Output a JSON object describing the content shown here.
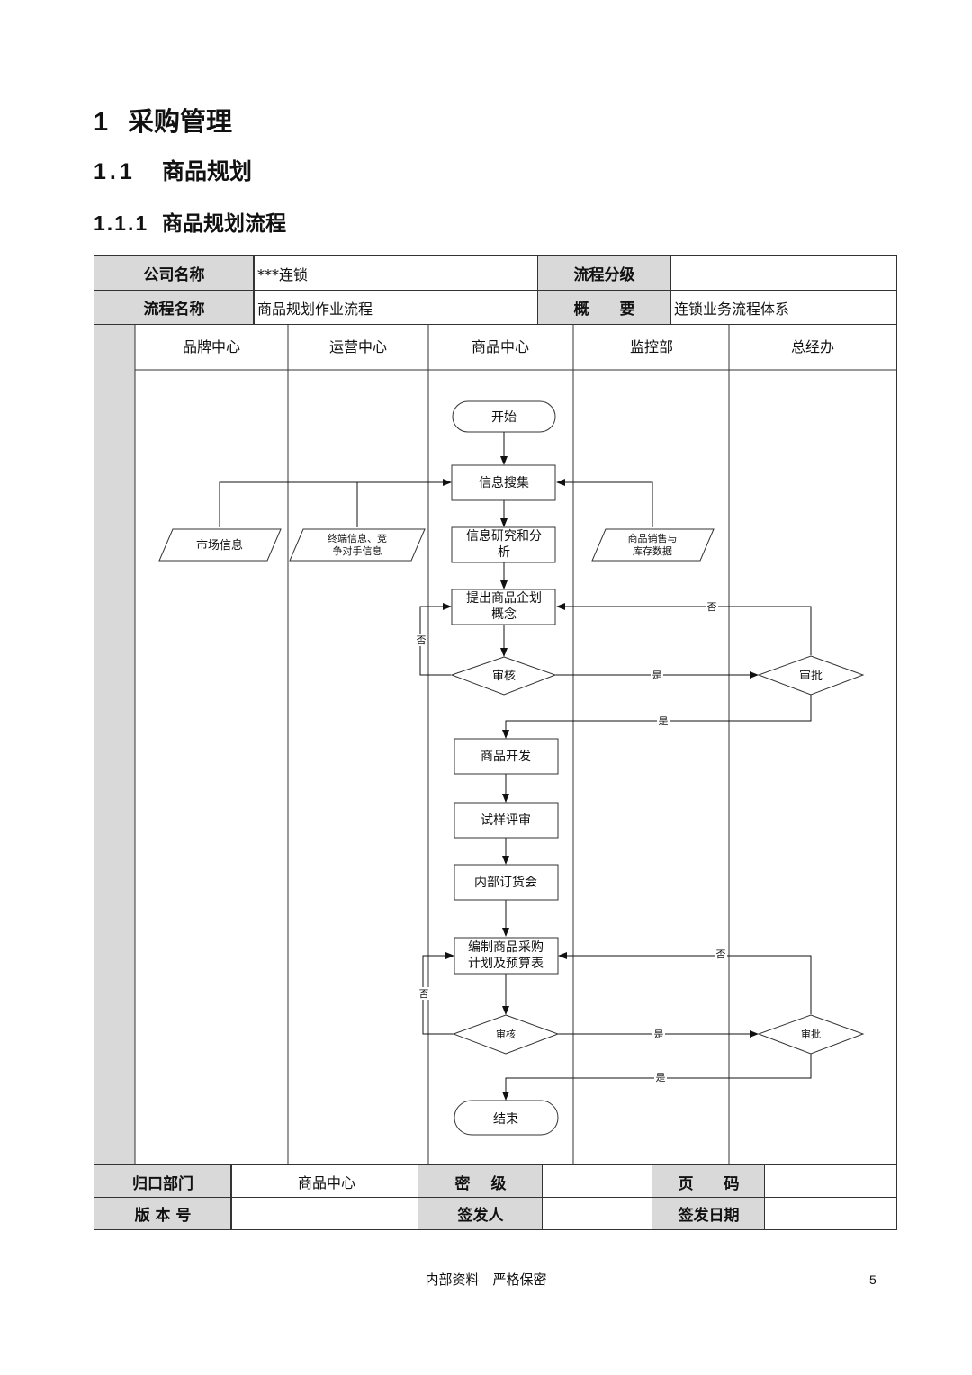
{
  "headings": {
    "h1": {
      "num": "1",
      "text": "采购管理"
    },
    "h2": {
      "num": "1.1",
      "text": "商品规划"
    },
    "h3": {
      "num": "1.1.1",
      "text": "商品规划流程"
    }
  },
  "header": {
    "company_label": "公司名称",
    "company_value": "***连锁",
    "level_label": "流程分级",
    "level_value": "",
    "flow_name_label": "流程名称",
    "flow_name_value": "商品规划作业流程",
    "summary_label": "概　　要",
    "summary_value": "连锁业务流程体系"
  },
  "lanes": [
    "品牌中心",
    "运营中心",
    "商品中心",
    "监控部",
    "总经办"
  ],
  "nodes": {
    "start": "开始",
    "collect": "信息搜集",
    "market_info": "市场信息",
    "terminal_info": [
      "终端信息、竞",
      "争对手信息"
    ],
    "sales_data": [
      "商品销售与",
      "库存数据"
    ],
    "analysis": [
      "信息研究和分",
      "析"
    ],
    "concept": [
      "提出商品企划",
      "概念"
    ],
    "review1": "审核",
    "approve1": "审批",
    "develop": "商品开发",
    "sample_review": "试样评审",
    "internal_order": "内部订货会",
    "purchase_plan": [
      "编制商品采购",
      "计划及预算表"
    ],
    "review2": "审核",
    "approve2": "审批",
    "end": "结束"
  },
  "edge_labels": {
    "no": "否",
    "yes": "是"
  },
  "footer": {
    "dept_label": "归口部门",
    "dept_value": "商品中心",
    "secret_label": "密　 级",
    "secret_value": "",
    "page_label": "页　　码",
    "page_value": "",
    "version_label": "版 本 号",
    "version_value": "",
    "issuer_label": "签发人",
    "issuer_value": "",
    "date_label": "签发日期",
    "date_value": ""
  },
  "page_footer": {
    "text": "内部资料　严格保密",
    "page_number": "5"
  }
}
